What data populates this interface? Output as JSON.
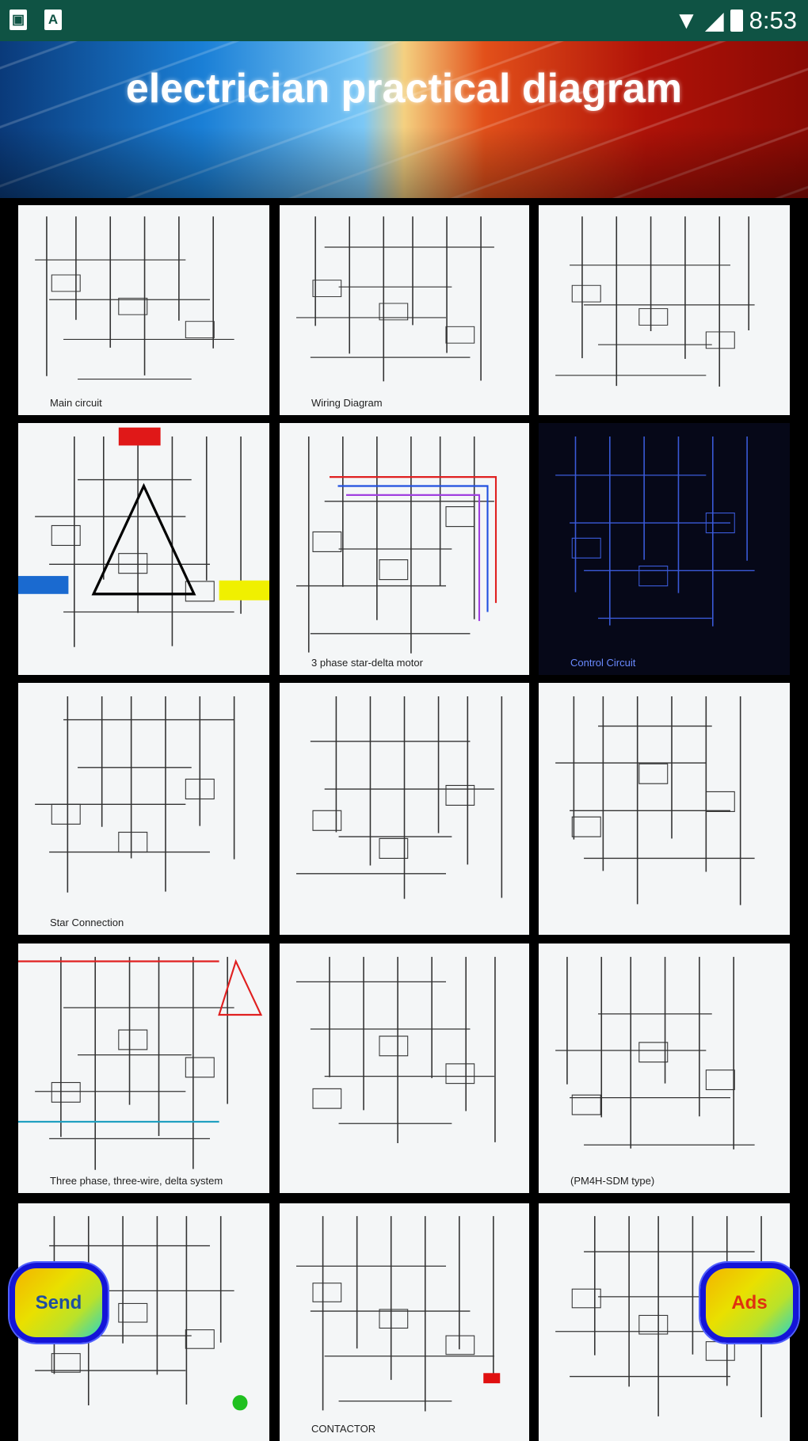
{
  "status_bar": {
    "time": "8:53",
    "icons": [
      "image-icon",
      "a-notification-icon",
      "wifi-icon",
      "signal-icon",
      "battery-charging-icon"
    ]
  },
  "header": {
    "title": "electrician practical diagram"
  },
  "tiles": [
    {
      "caption": "Main circuit"
    },
    {
      "caption": "Wiring Diagram"
    },
    {
      "caption": ""
    },
    {
      "caption": ""
    },
    {
      "caption": "3 phase star-delta motor"
    },
    {
      "caption": "Control Circuit"
    },
    {
      "caption": "Star Connection"
    },
    {
      "caption": ""
    },
    {
      "caption": ""
    },
    {
      "caption": "Three phase, three-wire, delta system"
    },
    {
      "caption": ""
    },
    {
      "caption": "(PM4H-SDM type)"
    },
    {
      "caption": ""
    },
    {
      "caption": "CONTACTOR"
    },
    {
      "caption": ""
    }
  ],
  "buttons": {
    "send": "Send",
    "ads": "Ads"
  },
  "colors": {
    "status_bar": "#0f5344",
    "send_text": "#1f4fa0",
    "ads_text": "#e03010",
    "fab_border": "#1414d8"
  }
}
